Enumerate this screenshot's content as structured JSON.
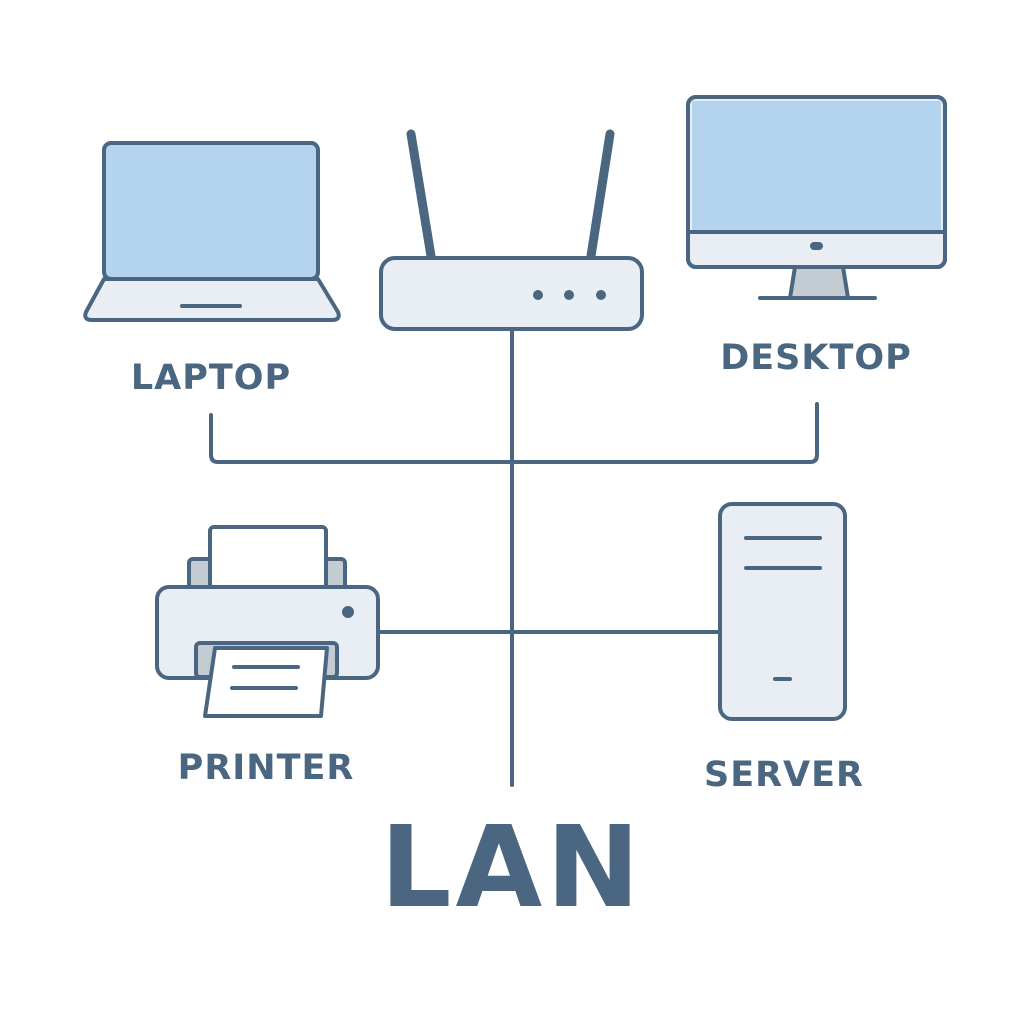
{
  "colors": {
    "stroke": "#4a6680",
    "screen": "#b3d3ee",
    "body": "#e8eef3",
    "accent": "#c4ccd3",
    "text": "#4a6680"
  },
  "network": {
    "label": "LAN"
  },
  "devices": {
    "laptop": {
      "label": "LAPTOP",
      "icon": "laptop-icon"
    },
    "desktop": {
      "label": "DESKTOP",
      "icon": "desktop-monitor-icon"
    },
    "router": {
      "icon": "router-icon"
    },
    "printer": {
      "label": "PRINTER",
      "icon": "printer-icon"
    },
    "server": {
      "label": "SERVER",
      "icon": "server-tower-icon"
    }
  }
}
